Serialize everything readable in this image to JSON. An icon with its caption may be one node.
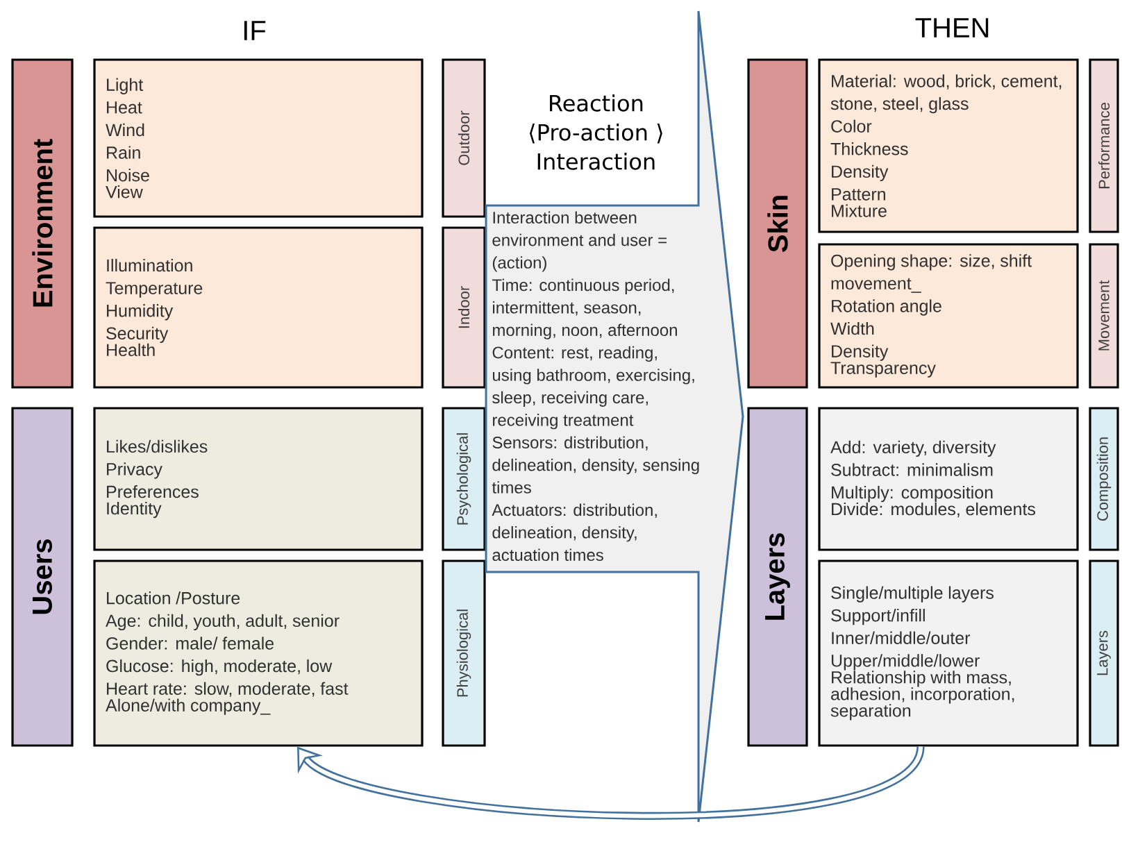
{
  "diagram": {
    "nodes": [
      {
        "text": [
          "Environment"
        ]
      },
      {
        "text": [
          "Light",
          "Heat",
          "Wind",
          "Rain",
          "Noise",
          "View"
        ]
      },
      {
        "text": [
          "Outdoor"
        ]
      },
      {
        "text": [
          "Illumination",
          "Temperature",
          "Humidity",
          "Security",
          "Health"
        ]
      },
      {
        "text": [
          "Indoor"
        ]
      },
      {
        "text": [
          "Users"
        ]
      },
      {
        "text": [
          "Likes/dislikes",
          "Privacy",
          "Preferences",
          "Identity"
        ]
      },
      {
        "text": [
          "Psychological"
        ]
      },
      {
        "text": [
          "Location /Posture",
          "Age: child, youth, adult, senior",
          "Gender: male/ female",
          "Glucose: high, moderate, low",
          "Heart rate: slow, moderate, fast",
          "Alone/with company_"
        ]
      },
      {
        "text": [
          "Physiological"
        ]
      },
      {
        "text": [
          "Reaction ⟨Pro-action ⟩ Interaction",
          "Interaction between environment and user = (action)",
          "Time: continuous period, intermittent, season, morning, noon, afternoon",
          "Content: rest, reading, using bathroom, exercising, sleep, receiving care, receiving treatment",
          "Sensors: distribution, delineation, density, sensing times",
          "Actuators: distribution, delineation, density, actuation times"
        ]
      },
      {
        "text": [
          "Skin"
        ]
      },
      {
        "text": [
          "Material: wood, brick, cement, stone, steel, glass",
          "Color",
          "Thickness",
          "Density",
          "Pattern",
          "Mixture"
        ]
      },
      {
        "text": [
          "Performance"
        ]
      },
      {
        "text": [
          "Opening shape: size, shift movement_",
          "Rotation angle",
          "Width",
          "Density",
          "Transparency"
        ]
      },
      {
        "text": [
          "Movement"
        ]
      },
      {
        "text": [
          "Layers"
        ]
      },
      {
        "text": [
          "Add: variety, diversity",
          "Subtract: minimalism",
          "Multiply: composition",
          "Divide: modules, elements"
        ]
      },
      {
        "text": [
          "Composition"
        ]
      },
      {
        "text": [
          "Single/multiple layers",
          "Support/infill",
          "Inner/middle/outer",
          "Upper/middle/lower",
          "Relationship with mass, adhesion, incorporation, separation"
        ]
      },
      {
        "text": [
          "Layers"
        ]
      }
    ],
    "edges": [
      {
        "from": 19,
        "to": 8,
        "arrow": "to"
      }
    ],
    "labels": [
      "IF",
      "THEN"
    ]
  }
}
